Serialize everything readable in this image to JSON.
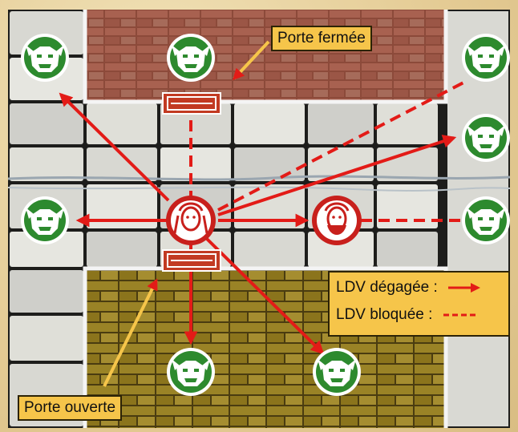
{
  "labels": {
    "closed_door": "Porte fermée",
    "open_door": "Porte ouverte"
  },
  "legend": {
    "clear_los": "LDV dégagée :",
    "blocked_los": "LDV bloquée :"
  },
  "colors": {
    "monster_green": "#2d8a2e",
    "hero_red": "#c8201c",
    "arrow_red": "#e31b17",
    "callout_yellow": "#f6c54a",
    "wall_white": "#f4f4f4"
  },
  "tokens": {
    "orcs": [
      "orc-token",
      "orc-token",
      "orc-token",
      "orc-token",
      "orc-token",
      "orc-token",
      "orc-token",
      "orc-token"
    ],
    "heroes": [
      "hero-token",
      "dwarf-token"
    ]
  }
}
